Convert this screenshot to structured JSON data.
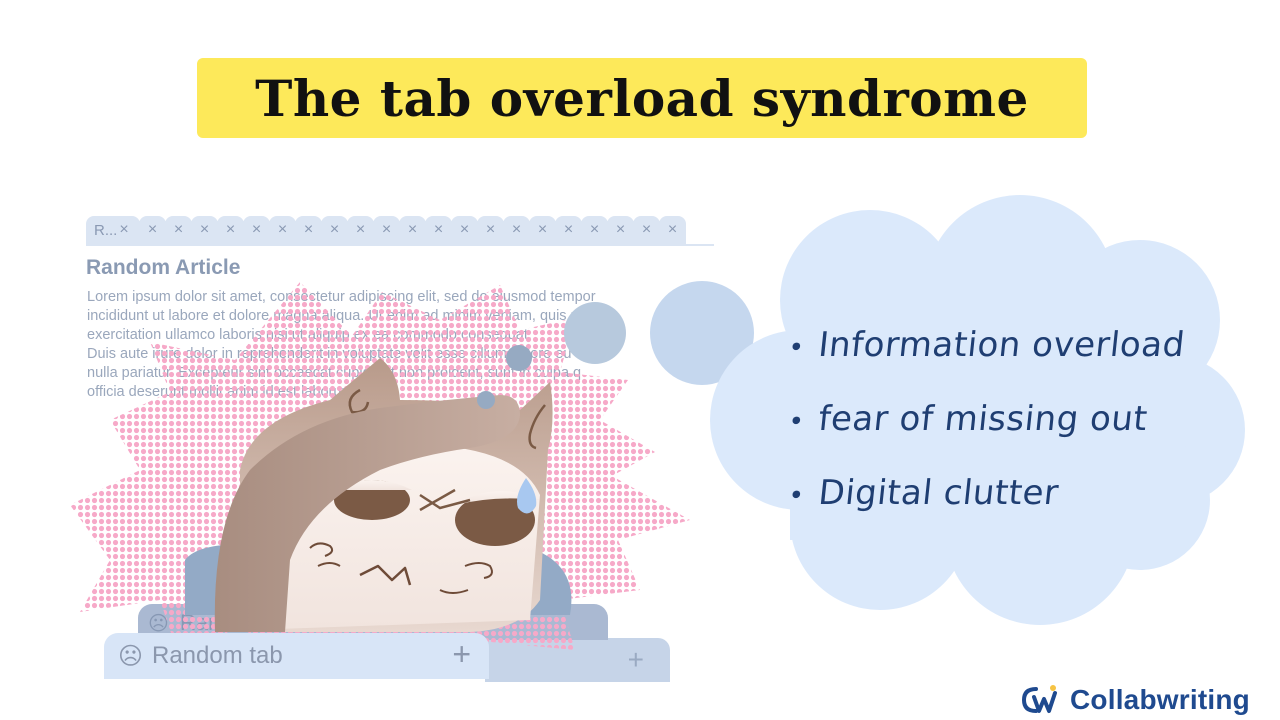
{
  "title": "The tab overload syndrome",
  "browser": {
    "first_tab_label": "R...",
    "close_glyph": "×",
    "small_tab_count": 21,
    "article_title": "Random Article",
    "article_lines": [
      "Lorem ipsum dolor sit amet, consectetur adipiscing elit, sed do eiusmod tempor",
      "incididunt ut labore et dolore magna aliqua. Ut enim ad minim veniam, quis nos",
      "exercitation ullamco laboris nisi ut aliquip ex ea commodo consequat.",
      "Duis aute irure dolor in reprehenderit in voluptate velit esse cillum dolore eu",
      "nulla pariatur. Excepteur sint occaecat cupidatat non proident, sunt in culpa q",
      "officia deserunt mollit anim id est laborum."
    ]
  },
  "bottom_tabs": {
    "front_label": "Random tab",
    "mid_label": "Random tab",
    "plus_glyph": "+",
    "sad_face": "☹"
  },
  "thought_points": [
    "Information overload",
    "fear of missing out",
    "Digital clutter"
  ],
  "brand": {
    "name": "Collabwriting",
    "mark_letters": "CW"
  },
  "colors": {
    "title_highlight": "#fde95a",
    "cloud": "#dbe9fb",
    "burst": "#f6a9c8",
    "text_handwritten": "#1f3e72",
    "brand": "#1f4a8f"
  }
}
